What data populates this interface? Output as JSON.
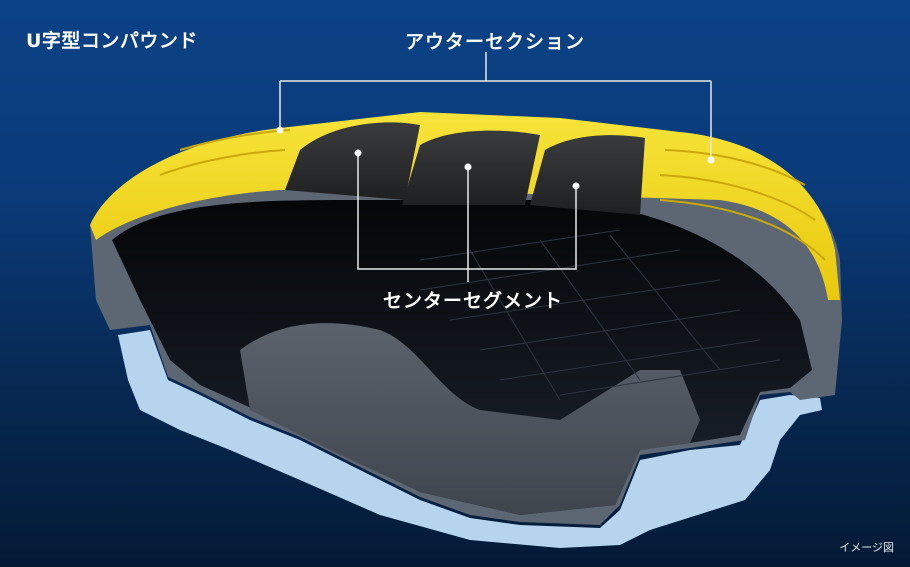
{
  "title": "U字型コンパウンド",
  "labels": {
    "outer_section": "アウターセクション",
    "center_segment": "センターセグメント"
  },
  "caption": "イメージ図",
  "colors": {
    "background_top": "#0b4286",
    "background_bottom": "#031a35",
    "outer_compound": "#f2d816",
    "center_compound": "#2e2f31",
    "casing": "#5d6673",
    "rim": "#b7d4ee",
    "leader_line": "#e8e8e8"
  }
}
